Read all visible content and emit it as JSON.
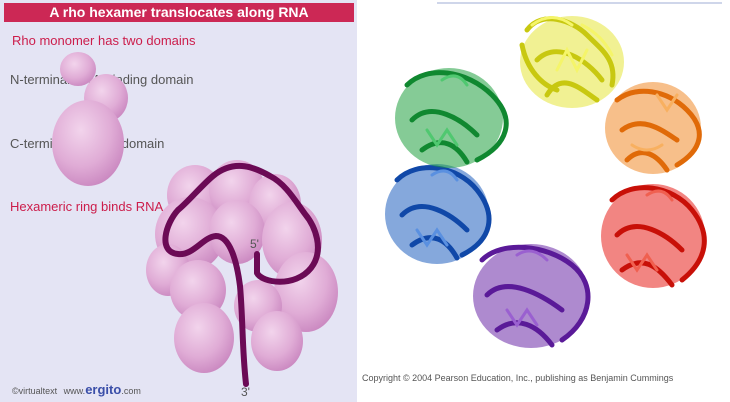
{
  "title": "A rho hexamer translocates along RNA",
  "monomer": {
    "heading": "Rho monomer has two domains",
    "n_label": "N-terminal RNA-binding domain",
    "c_label": "C-terminal ATPase domain"
  },
  "hexamer": {
    "heading": "Hexameric ring binds RNA",
    "five_prime": "5'",
    "three_prime": "3'"
  },
  "footer": {
    "copyright_mark": "©virtualtext",
    "www": "www.",
    "brand": "ergito",
    "domain": ".com"
  },
  "right_panel": {
    "copyright": "Copyright © 2004 Pearson Education, Inc., publishing as Benjamin Cummings",
    "subunit_colors": [
      "#e0e020",
      "#f07a18",
      "#e8201c",
      "#6b2aa8",
      "#2060c0",
      "#20a040"
    ]
  },
  "colors": {
    "title_bg": "#cc2855",
    "label_red": "#cc1d4b",
    "domain_fill": "#e3b3da",
    "rna": "#6b0a55"
  }
}
